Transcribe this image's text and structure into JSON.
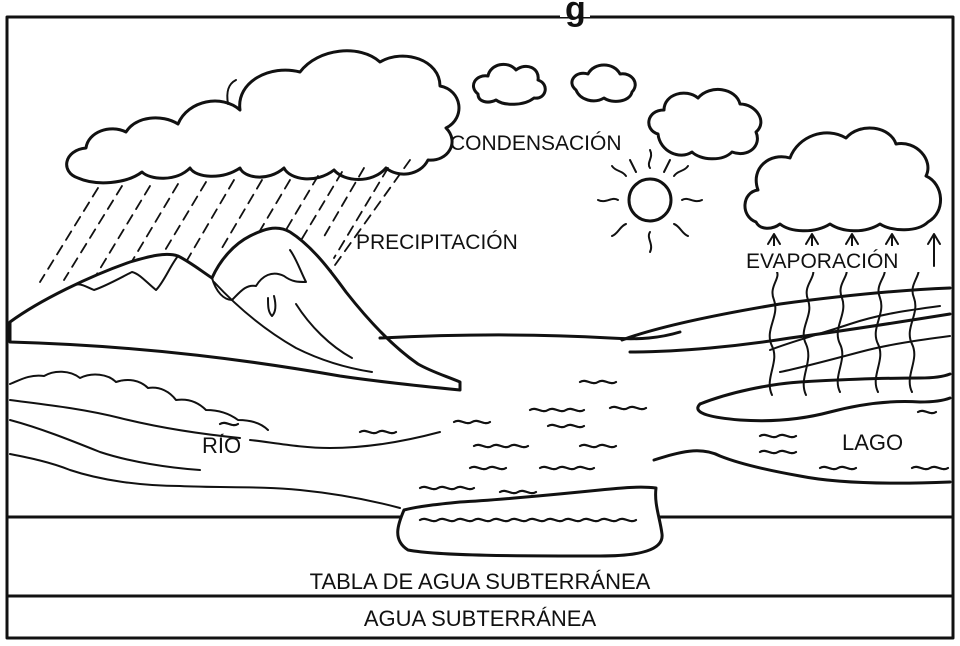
{
  "diagram": {
    "title_fragment": "g",
    "labels": {
      "condensation": "CONDENSACIÓN",
      "precipitation": "PRECIPITACIÓN",
      "evaporation": "EVAPORACIÓN",
      "river": "RÍO",
      "lake": "LAGO",
      "water_table": "TABLA DE AGUA SUBTERRÁNEA",
      "groundwater": "AGUA SUBTERRÁNEA"
    },
    "colors": {
      "ink": "#111111",
      "paper": "#ffffff"
    }
  }
}
